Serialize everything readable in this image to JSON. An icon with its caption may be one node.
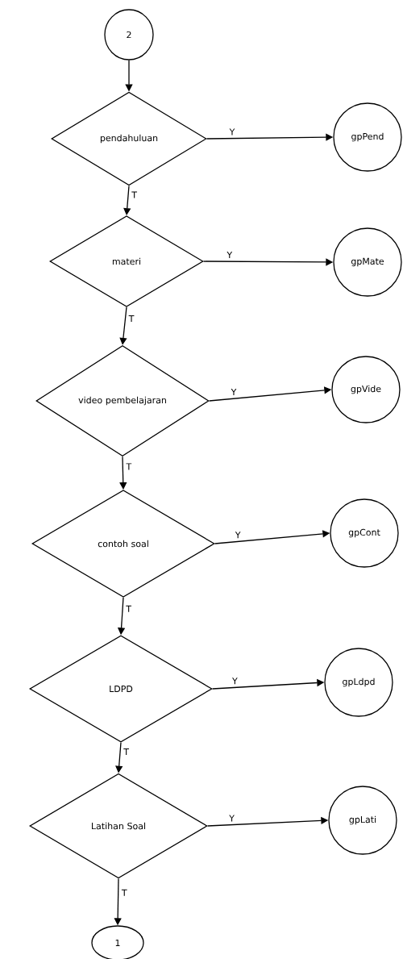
{
  "diagram": {
    "nodes": [
      {
        "text": [
          "2"
        ]
      },
      {
        "text": [
          "pendahuluan"
        ]
      },
      {
        "text": [
          "gpPend"
        ]
      },
      {
        "text": [
          "materi"
        ]
      },
      {
        "text": [
          "gpMate"
        ]
      },
      {
        "text": [
          "video pembelajaran"
        ]
      },
      {
        "text": [
          "gpVide"
        ]
      },
      {
        "text": [
          "contoh soal"
        ]
      },
      {
        "text": [
          "gpCont"
        ]
      },
      {
        "text": [
          "LDPD"
        ]
      },
      {
        "text": [
          "gpLdpd"
        ]
      },
      {
        "text": [
          "Latihan Soal"
        ]
      },
      {
        "text": [
          "gpLati"
        ]
      },
      {
        "text": [
          "1"
        ]
      }
    ],
    "edges": [
      {
        "from": 0,
        "to": 1,
        "arrow": "to"
      },
      {
        "from": 1,
        "to": 2,
        "arrow": "to",
        "label": "Y"
      },
      {
        "from": 1,
        "to": 3,
        "arrow": "to",
        "label": "T"
      },
      {
        "from": 3,
        "to": 4,
        "arrow": "to",
        "label": "Y"
      },
      {
        "from": 3,
        "to": 5,
        "arrow": "to",
        "label": "T"
      },
      {
        "from": 5,
        "to": 6,
        "arrow": "to",
        "label": "Y"
      },
      {
        "from": 5,
        "to": 7,
        "arrow": "to",
        "label": "T"
      },
      {
        "from": 7,
        "to": 8,
        "arrow": "to",
        "label": "Y"
      },
      {
        "from": 7,
        "to": 9,
        "arrow": "to",
        "label": "T"
      },
      {
        "from": 9,
        "to": 10,
        "arrow": "to",
        "label": "Y"
      },
      {
        "from": 9,
        "to": 11,
        "arrow": "to",
        "label": "T"
      },
      {
        "from": 11,
        "to": 12,
        "arrow": "to",
        "label": "Y"
      },
      {
        "from": 11,
        "to": 13,
        "arrow": "to",
        "label": "T"
      }
    ]
  }
}
